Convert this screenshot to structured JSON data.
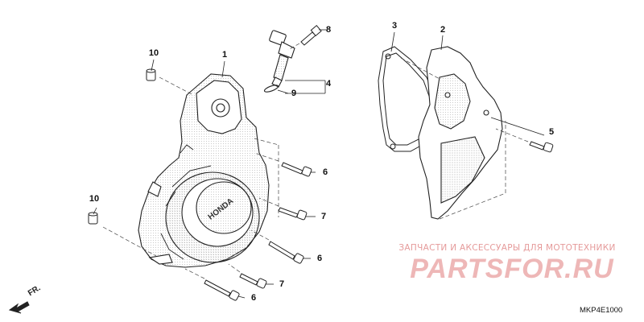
{
  "callouts": {
    "c1": "1",
    "c2": "2",
    "c3": "3",
    "c4": "4",
    "c5": "5",
    "c6a": "6",
    "c6b": "6",
    "c6c": "6",
    "c7a": "7",
    "c7b": "7",
    "c8": "8",
    "c9": "9",
    "c10a": "10",
    "c10b": "10"
  },
  "watermark": {
    "tagline": "ЗАПЧАСТИ И АКСЕССУАРЫ ДЛЯ МОТОТЕХНИКИ",
    "brand": "PARTSFOR.RU",
    "color": "#eeb7b7"
  },
  "direction_label": "FR.",
  "diagram_code": "MKP4E1000",
  "cover_logo": "HONDA"
}
